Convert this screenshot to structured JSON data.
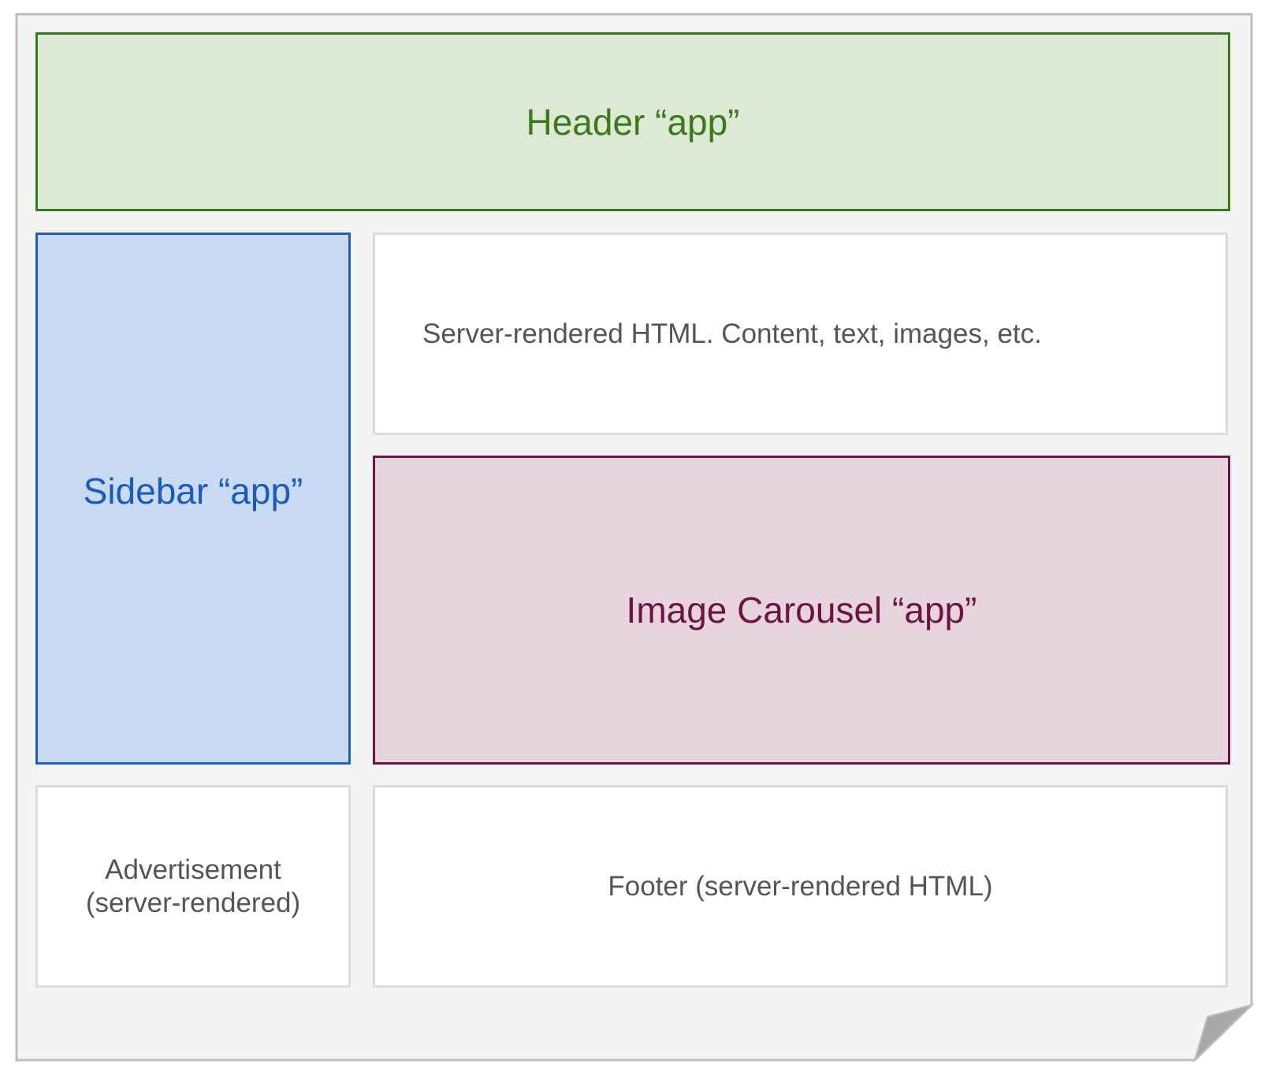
{
  "colors": {
    "page_background": "#f4f4f4",
    "page_border": "#bdbdbd",
    "header_fill": "#dde9d5",
    "header_accent": "#3b7a1a",
    "sidebar_fill": "#c9daf3",
    "sidebar_accent": "#1f5fbf",
    "carousel_fill": "#e7d4dd",
    "carousel_accent": "#6b1540",
    "server_rendered_fill": "#ffffff",
    "server_rendered_border": "#dcdcdc",
    "body_text": "#555555"
  },
  "header": {
    "label": "Header “app”"
  },
  "sidebar": {
    "label": "Sidebar “app”"
  },
  "content": {
    "label": "Server-rendered HTML. Content, text, images, etc."
  },
  "carousel": {
    "label": "Image Carousel “app”"
  },
  "advertisement": {
    "label": "Advertisement\n(server-rendered)"
  },
  "footer": {
    "label": "Footer (server-rendered HTML)"
  }
}
